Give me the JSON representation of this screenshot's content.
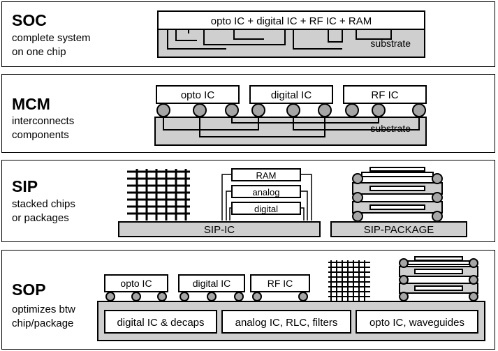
{
  "panels": [
    {
      "id": "soc",
      "title": "SOC",
      "desc": [
        "complete system",
        "on one chip"
      ]
    },
    {
      "id": "mcm",
      "title": "MCM",
      "desc": [
        "interconnects",
        "components"
      ]
    },
    {
      "id": "sip",
      "title": "SIP",
      "desc": [
        "stacked chips",
        "or packages"
      ]
    },
    {
      "id": "sop",
      "title": "SOP",
      "desc": [
        "optimizes btw",
        "chip/package"
      ]
    }
  ],
  "soc": {
    "chip_label": "opto IC + digital IC + RF IC + RAM",
    "substrate_label": "substrate"
  },
  "mcm": {
    "chips": [
      "opto IC",
      "digital IC",
      "RF IC"
    ],
    "substrate_label": "substrate"
  },
  "sip": {
    "stack": [
      "RAM",
      "analog",
      "digital"
    ],
    "ic_label": "SIP-IC",
    "package_label": "SIP-PACKAGE"
  },
  "sop": {
    "chips": [
      "opto IC",
      "digital IC",
      "RF IC"
    ],
    "regions": [
      "digital IC & decaps",
      "analog IC, RLC, filters",
      "opto IC, waveguides"
    ]
  },
  "colors": {
    "substrate": "#cfcfcf",
    "bump": "#a6a6a6",
    "outline": "#000000",
    "panel_bg": "#ffffff"
  }
}
